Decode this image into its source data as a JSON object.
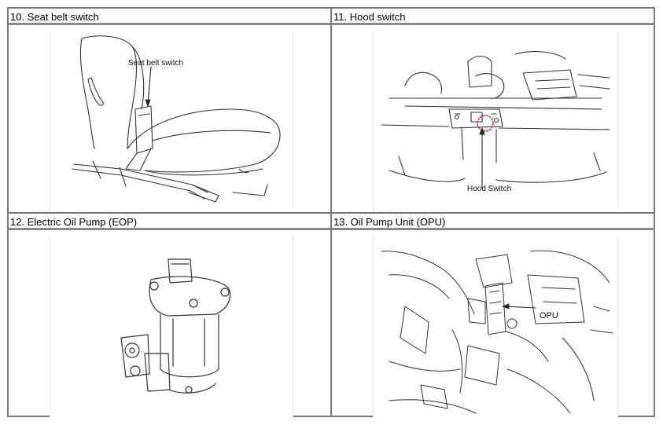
{
  "cells": [
    {
      "header": "10. Seat belt switch",
      "label": "Seat belt switch"
    },
    {
      "header": "11. Hood switch",
      "label": "Hood Switch"
    },
    {
      "header": "12. Electric Oil Pump (EOP)",
      "label": ""
    },
    {
      "header": "13. Oil Pump Unit (OPU)",
      "label": "OPU"
    }
  ]
}
